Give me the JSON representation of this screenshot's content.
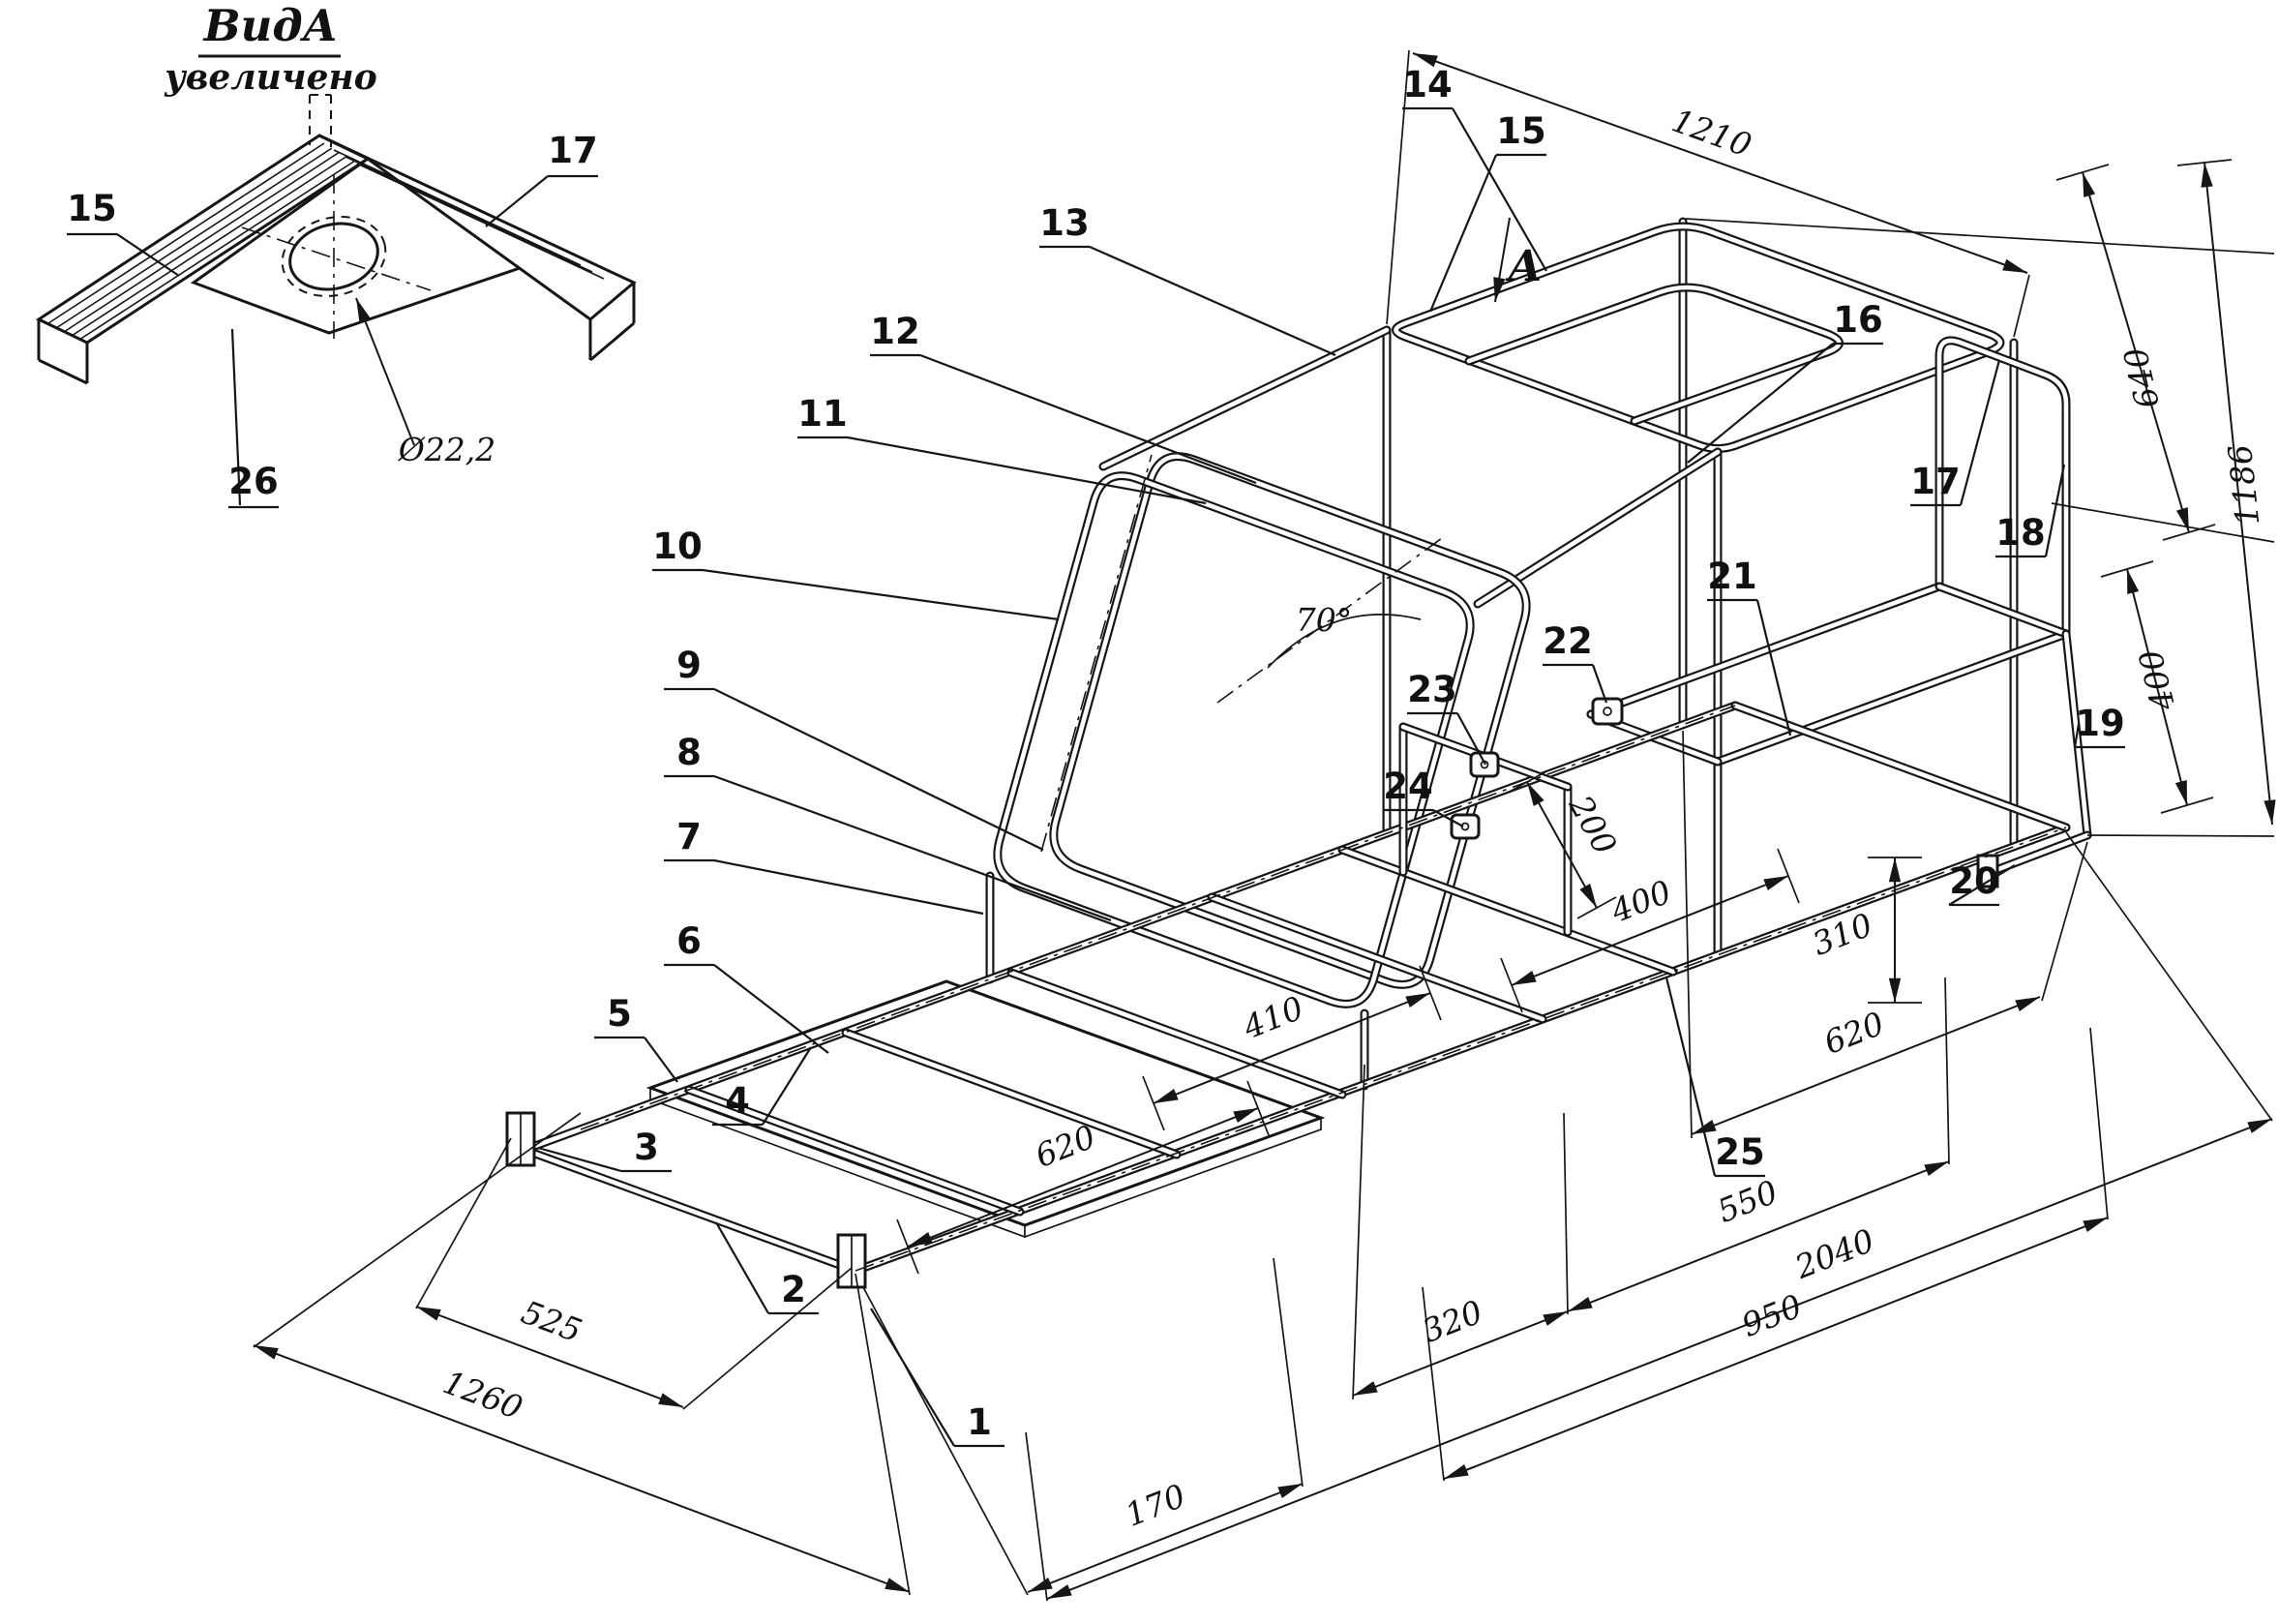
{
  "page": {
    "background": "#ffffff",
    "ink_color": "#161616"
  },
  "detail_view": {
    "title": "ВидА",
    "subtitle": "увеличено",
    "hole_diameter_label": "Ø22,2",
    "callout_15": "15",
    "callout_17": "17",
    "callout_26": "26"
  },
  "main_view": {
    "view_letter": "A",
    "windshield_angle": "70°",
    "callouts": [
      "1",
      "2",
      "3",
      "4",
      "5",
      "6",
      "7",
      "8",
      "9",
      "10",
      "11",
      "12",
      "13",
      "14",
      "15",
      "16",
      "17",
      "18",
      "19",
      "20",
      "21",
      "22",
      "23",
      "24",
      "25"
    ],
    "dimensions": {
      "top_width": "1210",
      "upper_height": "640",
      "total_height": "1186",
      "right_height": "400",
      "rear_length": "620",
      "deck_height": "310",
      "mid_length": "400",
      "seat_offset": "200",
      "cross_gap": "410",
      "mid_gap": "620",
      "front_width": "525",
      "overall_width": "1260",
      "horn_offset": "170",
      "rear_seg_1": "320",
      "rear_seg_2": "550",
      "rear_seg_3": "950",
      "overall_length": "2040"
    }
  }
}
